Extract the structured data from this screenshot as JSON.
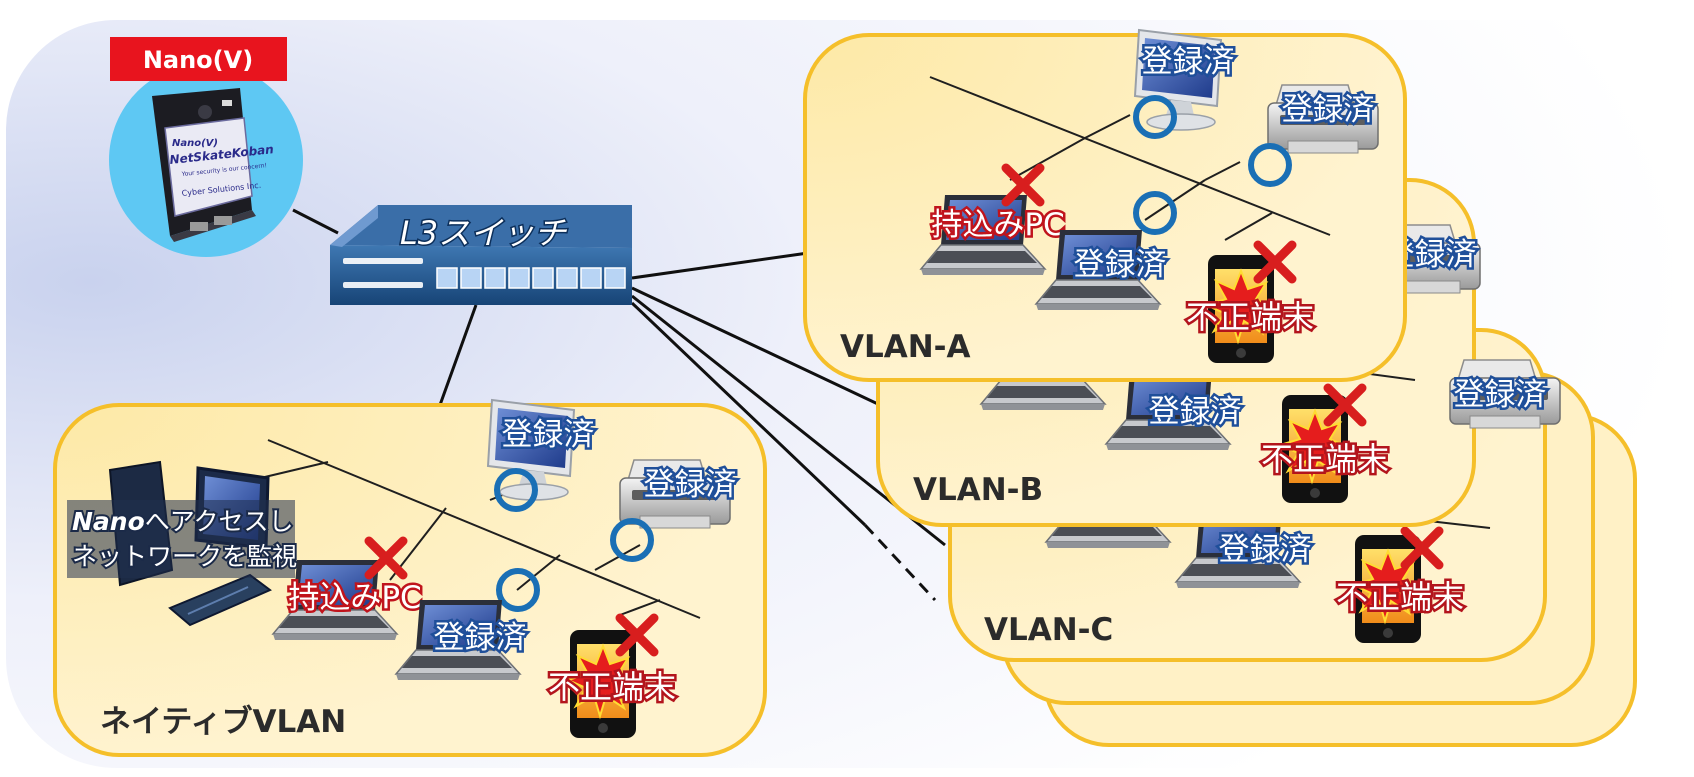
{
  "device_badge": "Nano(V)",
  "device_case": {
    "model": "Nano(V)",
    "brand": "NetSkateKoban",
    "tagline": "Your security is our concern!",
    "maker": "Cyber Solutions Inc."
  },
  "switch_label": "L3スイッチ",
  "monitor_note": {
    "brand": "Nano",
    "line1_rest": "へアクセスし",
    "line2": "ネットワークを監視"
  },
  "labels": {
    "registered": "登録済",
    "byod_pc": "持込みPC",
    "rogue": "不正端末"
  },
  "zones": {
    "native": "ネイティブVLAN",
    "a": "VLAN-A",
    "b": "VLAN-B",
    "c": "VLAN-C"
  },
  "colors": {
    "zone_fill": "#fff1c6",
    "zone_border": "#f5bf2a",
    "badge_red": "#e8141e",
    "switch_blue": "#1e4f86",
    "circle_blue": "#1a6fb5",
    "cross_red": "#d81e1e",
    "nano_circle": "#5ec8f3"
  }
}
